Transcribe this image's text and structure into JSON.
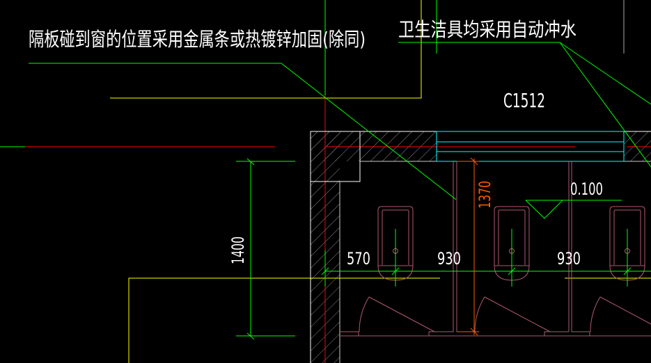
{
  "notes": {
    "partition_note": "隔板碰到窗的位置采用金属条或热镀锌加固(除同)",
    "fixture_note": "卫生洁具均采用自动冲水"
  },
  "labels": {
    "window_tag": "C1512",
    "level": "0.100"
  },
  "dimensions": {
    "height_left": "1400",
    "partition_depth": "1370",
    "spacing": [
      "570",
      "930",
      "930"
    ]
  },
  "colors": {
    "background": "#000000",
    "wall": "#ffffff",
    "axis": "#ff0000",
    "dimension": "#00ff00",
    "leader": "#00ff00",
    "window": "#00ffff",
    "fixtures": "#b05a70",
    "yellow_line": "#ffff00",
    "dim_orange": "#ff5a00"
  }
}
